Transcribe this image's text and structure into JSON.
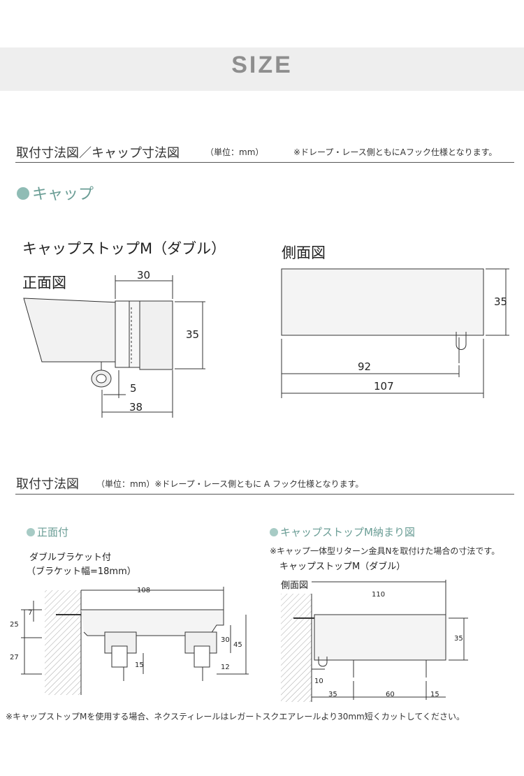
{
  "banner": {
    "title": "SIZE"
  },
  "section1": {
    "title": "取付寸法図／キャップ寸法図",
    "unit": "（単位：mm）",
    "note": "※ドレープ・レース側ともにAフック仕様となります。"
  },
  "cap": {
    "heading": "キャップ",
    "product_name": "キャップストップM（ダブル）",
    "front_label": "正面図",
    "side_label": "側面図",
    "front_dims": {
      "width_top": "30",
      "height": "35",
      "hook_offset": "5",
      "total_width": "38"
    },
    "side_dims": {
      "height": "35",
      "hook_pos": "92",
      "length": "107"
    }
  },
  "section2": {
    "title": "取付寸法図",
    "subtitle": "（単位：mm）※ドレープ・レース側ともに A フック仕様となります。"
  },
  "front_mount": {
    "heading": "正面付",
    "desc_line1": "ダブルブラケット付",
    "desc_line2": "（ブラケット幅=18mm）",
    "dims": {
      "width": "108",
      "screw_offset": "7",
      "upper": "25",
      "lower": "27",
      "right_inner": "30",
      "right_total": "45",
      "bottom": "12",
      "hook_drop": "15"
    }
  },
  "capstop_fit": {
    "heading": "キャップストップM納まり図",
    "note": "※キャップ一体型リターン金具Nを取付けた場合の寸法です。",
    "product_name": "キャップストップM（ダブル）",
    "side_label": "側面図",
    "dims": {
      "width": "110",
      "height": "35",
      "bottom": "10",
      "seg1": "35",
      "seg2": "60",
      "seg3": "15"
    }
  },
  "footer_note": "※キャップストップMを使用する場合、ネクスティレールはレガートスクエアレールより30mm短くカットしてください。",
  "colors": {
    "banner_bg": "#eeeeee",
    "banner_text": "#8e8e8e",
    "accent_teal": "#8fbcb5",
    "text": "#333333"
  }
}
